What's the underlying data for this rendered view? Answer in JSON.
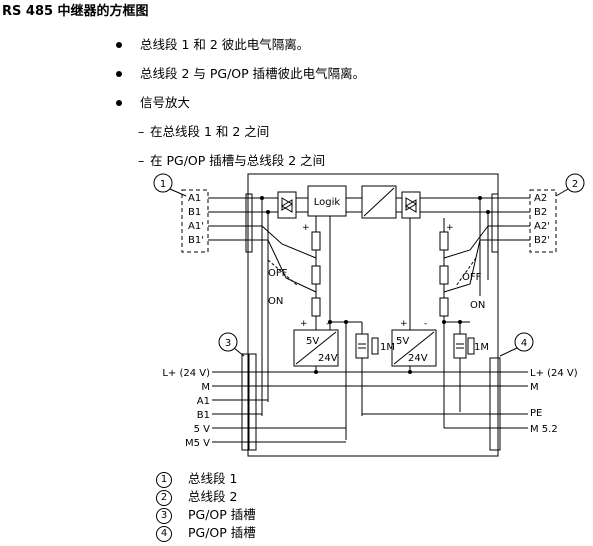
{
  "title": "RS 485 中继器的方框图",
  "bullets": [
    "总线段 1 和 2 彼此电气隔离。",
    "总线段 2 与 PG/OP 插槽彼此电气隔离。",
    "信号放大"
  ],
  "sub_bullets": [
    "在总线段 1 和 2 之间",
    "在 PG/OP 插槽与总线段 2 之间"
  ],
  "dash_glyph": "–",
  "diagram": {
    "callouts": [
      "1",
      "2",
      "3",
      "4"
    ],
    "left_top_labels": [
      "A1",
      "B1",
      "A1'",
      "B1'"
    ],
    "right_top_labels": [
      "A2",
      "B2",
      "A2'",
      "B2'"
    ],
    "left_bottom_labels": [
      "L+ (24 V)",
      "M",
      "A1",
      "B1",
      "5 V",
      "M5 V"
    ],
    "right_bottom_labels": [
      "L+ (24 V)",
      "M",
      "PE",
      "M 5.2"
    ],
    "logic_label": "Logik",
    "switch_off": "OFF",
    "switch_on": "ON",
    "psu_in": "5V",
    "psu_out": "24V",
    "cap_label": "1M",
    "plus": "+",
    "minus": "-"
  },
  "legend": [
    {
      "num": "1",
      "text": "总线段 1"
    },
    {
      "num": "2",
      "text": "总线段 2"
    },
    {
      "num": "3",
      "text": "PG/OP 插槽"
    },
    {
      "num": "4",
      "text": "PG/OP 插槽"
    }
  ],
  "colors": {
    "line": "#000000",
    "background": "#ffffff"
  }
}
